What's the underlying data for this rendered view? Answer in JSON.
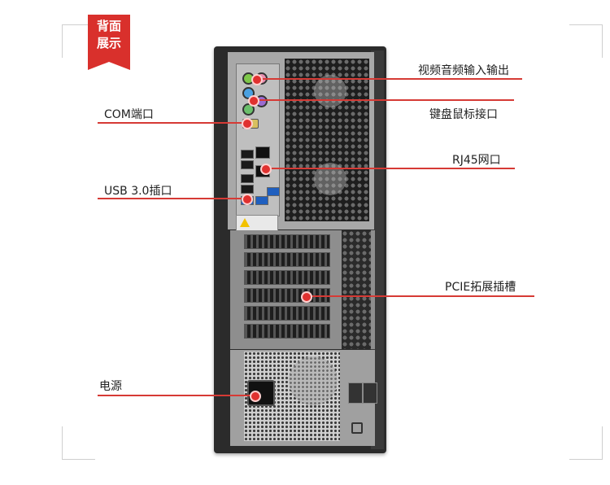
{
  "badge": {
    "line1": "背面",
    "line2": "展示"
  },
  "labels": {
    "video_audio": "视频音频输入输出",
    "keyboard_mouse": "键盘鼠标接口",
    "com": "COM端口",
    "rj45": "RJ45网口",
    "usb": "USB 3.0插口",
    "pcie": "PCIE拓展插槽",
    "power": "电源"
  },
  "colors": {
    "accent": "#d9302c",
    "line": "#d63a35",
    "chassis": "#2b2b2b"
  }
}
